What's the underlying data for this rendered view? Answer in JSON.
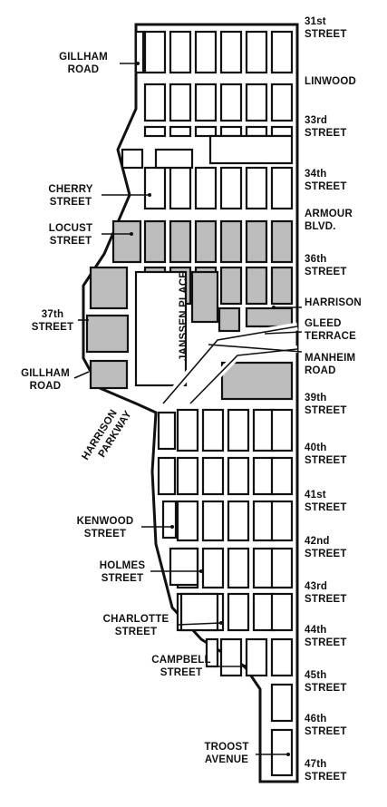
{
  "streets_right": [
    [
      "31st",
      "STREET"
    ],
    [
      "LINWOOD"
    ],
    [
      "33rd",
      "STREET"
    ],
    [
      "34th",
      "STREET"
    ],
    [
      "ARMOUR",
      "BLVD."
    ],
    [
      "36th",
      "STREET"
    ],
    [
      "HARRISON"
    ],
    [
      "GLEED",
      "TERRACE"
    ],
    [
      "MANHEIM",
      "ROAD"
    ],
    [
      "39th",
      "STREET"
    ],
    [
      "40th",
      "STREET"
    ],
    [
      "41st",
      "STREET"
    ],
    [
      "42nd",
      "STREET"
    ],
    [
      "43rd",
      "STREET"
    ],
    [
      "44th",
      "STREET"
    ],
    [
      "45th",
      "STREET"
    ],
    [
      "46th",
      "STREET"
    ],
    [
      "47th",
      "STREET"
    ]
  ],
  "streets_left": [
    [
      "GILLHAM",
      "ROAD"
    ],
    [
      "CHERRY",
      "STREET"
    ],
    [
      "LOCUST",
      "STREET"
    ],
    [
      "37th",
      "STREET"
    ],
    [
      "GILLHAM",
      "ROAD"
    ],
    [
      "KENWOOD",
      "STREET"
    ],
    [
      "HOLMES",
      "STREET"
    ],
    [
      "CHARLOTTE",
      "STREET"
    ],
    [
      "CAMPBELL",
      "STREET"
    ],
    [
      "TROOST",
      "AVENUE"
    ]
  ],
  "rotated_labels": {
    "janssen_place": "JANSSEN PLACE",
    "harrison_parkway": [
      "HARRISON",
      "PARKWAY"
    ]
  },
  "colors": {
    "ink": "#111111",
    "shaded_district": "#bdbdbd",
    "background": "#ffffff"
  }
}
